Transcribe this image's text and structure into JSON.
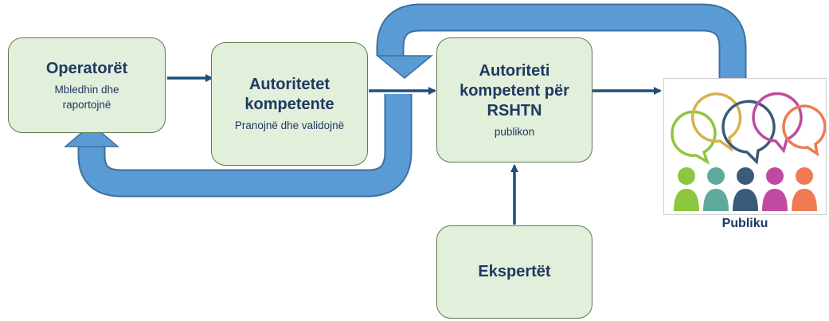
{
  "boxes": {
    "operators": {
      "title": "Operatorët",
      "subtitle_line1": "Mbledhin dhe",
      "subtitle_line2": "raportojnë"
    },
    "competent_authorities": {
      "title_line1": "Autoritetet",
      "title_line2": "kompetente",
      "subtitle": "Pranojnë dhe validojnë"
    },
    "rshtn_authority": {
      "title_line1": "Autoriteti",
      "title_line2": "kompetent për",
      "title_line3": "RSHTN",
      "subtitle": "publikon"
    },
    "experts": {
      "title": "Ekspertët"
    }
  },
  "public": {
    "label": "Publiku"
  },
  "colors": {
    "box_fill": "#e2efda",
    "box_border": "#5b7a52",
    "text": "#1f3864",
    "arrow_dark": "#1f4e79",
    "feedback_arrow": "#5b9bd5"
  }
}
